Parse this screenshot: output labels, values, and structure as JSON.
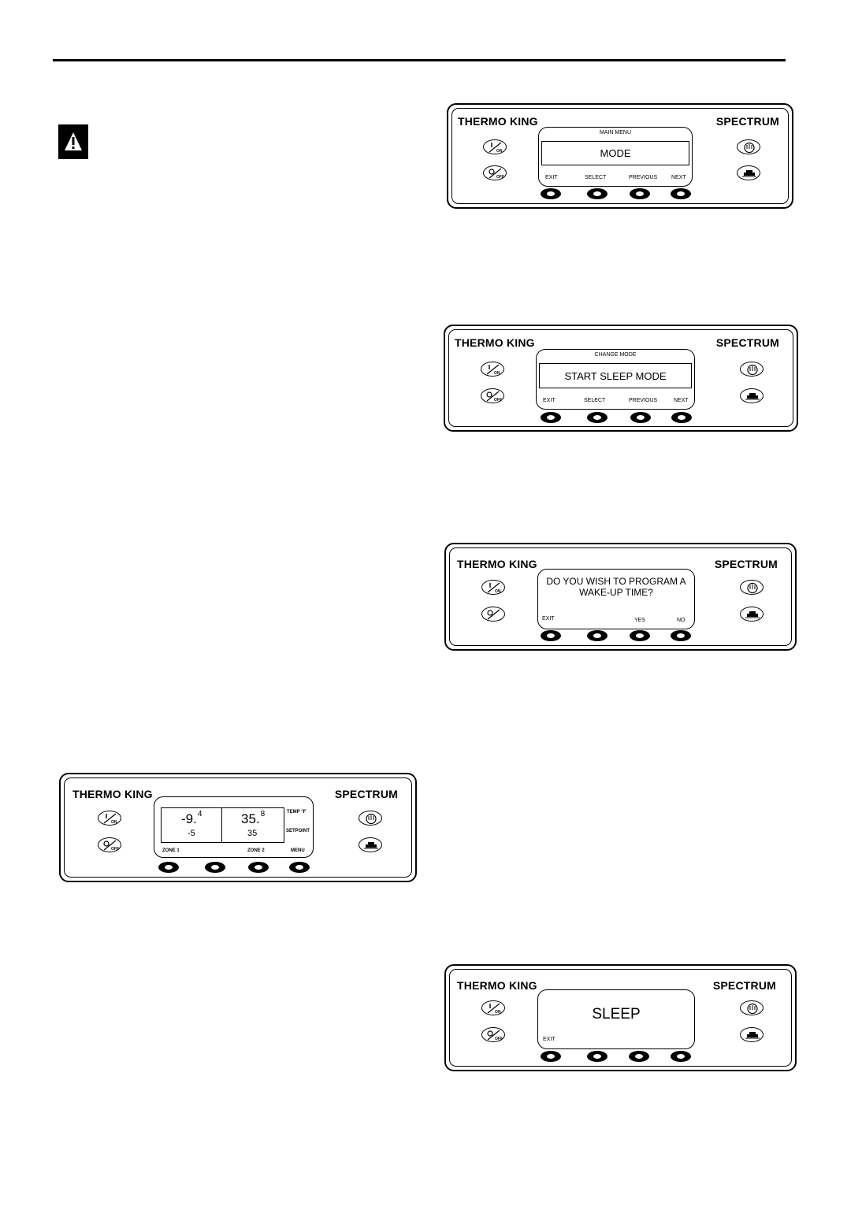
{
  "brand": {
    "left": "THERMO KING",
    "right": "SPECTRUM"
  },
  "keys": {
    "on_sub": "ON",
    "off_sub": "OFF"
  },
  "panel_main_menu": {
    "title": "MAIN MENU",
    "display": "MODE",
    "soft_labels": [
      "EXIT",
      "SELECT",
      "PREVIOUS",
      "NEXT"
    ]
  },
  "panel_change_mode": {
    "title": "CHANGE MODE",
    "display": "START SLEEP MODE",
    "soft_labels": [
      "EXIT",
      "SELECT",
      "PREVIOUS",
      "NEXT"
    ]
  },
  "panel_wakeup": {
    "line1": "DO YOU WISH TO PROGRAM A",
    "line2": "WAKE-UP TIME?",
    "soft_labels": [
      "EXIT",
      "",
      "YES",
      "NO"
    ]
  },
  "panel_standard": {
    "zone1_temp_main": "-9.",
    "zone1_temp_dec": "4",
    "zone1_setpoint": "-5",
    "zone2_temp_main": "35.",
    "zone2_temp_dec": "8",
    "zone2_setpoint": "35",
    "temp_label": "TEMP °F",
    "setpoint_label": "SETPOINT",
    "zone1_label": "ZONE 1",
    "zone2_label": "ZONE 2",
    "menu_label": "MENU"
  },
  "panel_sleep": {
    "display": "SLEEP",
    "soft_labels": [
      "EXIT"
    ]
  }
}
